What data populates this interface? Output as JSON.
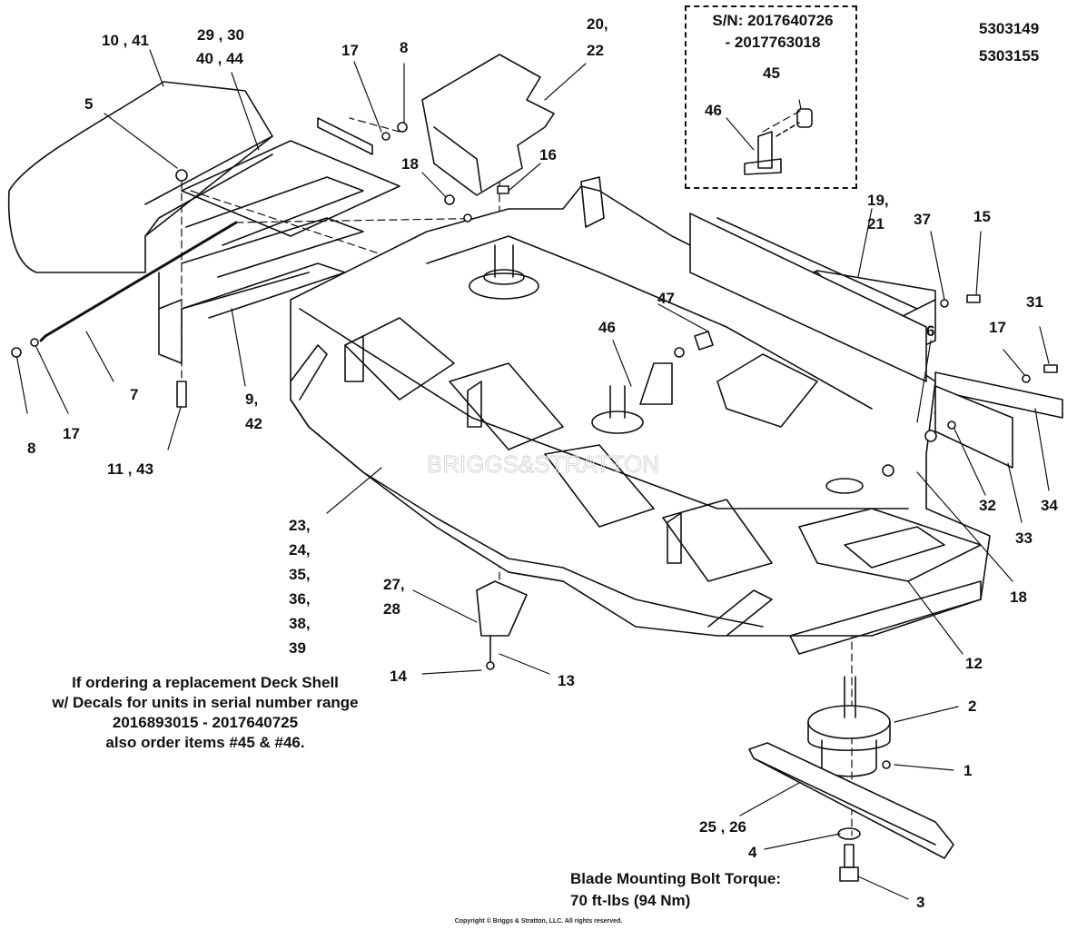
{
  "model_numbers": [
    "5303149",
    "5303155"
  ],
  "inset": {
    "serial_line1": "S/N: 2017640726",
    "serial_line2": "- 2017763018"
  },
  "callouts": {
    "c10_41": "10 , 41",
    "c29_30": "29 , 30",
    "c40_44": "40 , 44",
    "c17a": "17",
    "c8a": "8",
    "c20_22a": "20,",
    "c20_22b": "22",
    "c5": "5",
    "c18a": "18",
    "c16": "16",
    "c45": "45",
    "c46a": "46",
    "c19_21a": "19,",
    "c19_21b": "21",
    "c37": "37",
    "c15": "15",
    "c31": "31",
    "c47": "47",
    "c46b": "46",
    "c6": "6",
    "c17b": "17",
    "c7": "7",
    "c9_42a": "9,",
    "c9_42b": "42",
    "c8b": "8",
    "c17c": "17",
    "c11_43": "11 , 43",
    "c32": "32",
    "c34": "34",
    "c33": "33",
    "c18b": "18",
    "c23": "23,",
    "c24": "24,",
    "c35": "35,",
    "c36": "36,",
    "c38": "38,",
    "c39": "39",
    "c27_28a": "27,",
    "c27_28b": "28",
    "c12": "12",
    "c14": "14",
    "c13": "13",
    "c2": "2",
    "c1": "1",
    "c25_26": "25 , 26",
    "c4": "4",
    "c3": "3"
  },
  "note": {
    "line1": "If ordering a replacement Deck Shell",
    "line2": "w/ Decals for units in serial number range",
    "line3": "2016893015 - 2017640725",
    "line4": "also order items #45 & #46."
  },
  "torque": {
    "line1": "Blade Mounting Bolt Torque:",
    "line2": "70 ft-lbs (94 Nm)"
  },
  "watermark": "BRIGGS&STRATTON",
  "copyright": "Copyright © Briggs & Stratton, LLC. All rights reserved."
}
